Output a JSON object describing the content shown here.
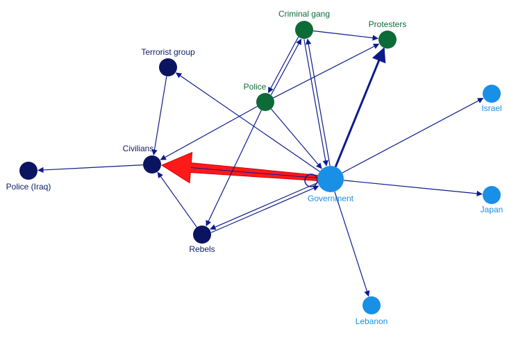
{
  "colors": {
    "navy": "#0d1a66",
    "dark_blue_node": "#0b1460",
    "green": "#0d6b38",
    "light_blue": "#1a8fe6",
    "highlight_edge": "#ff1a1a",
    "edge": "#0d1a8c"
  },
  "nodes": [
    {
      "id": "criminal_gang",
      "label": "Criminal gang",
      "group": "green"
    },
    {
      "id": "protesters",
      "label": "Protesters",
      "group": "green"
    },
    {
      "id": "police",
      "label": "Police",
      "group": "green"
    },
    {
      "id": "terrorist_group",
      "label": "Terrorist group",
      "group": "navy"
    },
    {
      "id": "civilians",
      "label": "Civilians",
      "group": "navy"
    },
    {
      "id": "police_iraq",
      "label": "Police (Iraq)",
      "group": "navy"
    },
    {
      "id": "rebels",
      "label": "Rebels",
      "group": "navy"
    },
    {
      "id": "government",
      "label": "Government",
      "group": "lightblue"
    },
    {
      "id": "israel",
      "label": "Israel",
      "group": "lightblue"
    },
    {
      "id": "japan",
      "label": "Japan",
      "group": "lightblue"
    },
    {
      "id": "lebanon",
      "label": "Lebanon",
      "group": "lightblue"
    }
  ],
  "edges": [
    {
      "from": "government",
      "to": "civilians",
      "weight": "heavy",
      "highlight": true
    },
    {
      "from": "government",
      "to": "protesters",
      "weight": "medium"
    },
    {
      "from": "government",
      "to": "criminal_gang",
      "weight": "thin"
    },
    {
      "from": "criminal_gang",
      "to": "government",
      "weight": "thin"
    },
    {
      "from": "government",
      "to": "terrorist_group",
      "weight": "thin"
    },
    {
      "from": "government",
      "to": "rebels",
      "weight": "thin"
    },
    {
      "from": "rebels",
      "to": "government",
      "weight": "thin"
    },
    {
      "from": "government",
      "to": "israel",
      "weight": "thin"
    },
    {
      "from": "government",
      "to": "japan",
      "weight": "thin"
    },
    {
      "from": "government",
      "to": "lebanon",
      "weight": "thin"
    },
    {
      "from": "government",
      "to": "government",
      "weight": "thin",
      "self": true
    },
    {
      "from": "criminal_gang",
      "to": "protesters",
      "weight": "thin"
    },
    {
      "from": "criminal_gang",
      "to": "police",
      "weight": "thin"
    },
    {
      "from": "police",
      "to": "criminal_gang",
      "weight": "thin"
    },
    {
      "from": "police",
      "to": "protesters",
      "weight": "thin"
    },
    {
      "from": "police",
      "to": "civilians",
      "weight": "thin"
    },
    {
      "from": "police",
      "to": "rebels",
      "weight": "thin"
    },
    {
      "from": "police",
      "to": "government",
      "weight": "thin"
    },
    {
      "from": "terrorist_group",
      "to": "civilians",
      "weight": "thin"
    },
    {
      "from": "civilians",
      "to": "police_iraq",
      "weight": "thin"
    },
    {
      "from": "rebels",
      "to": "civilians",
      "weight": "thin"
    }
  ]
}
